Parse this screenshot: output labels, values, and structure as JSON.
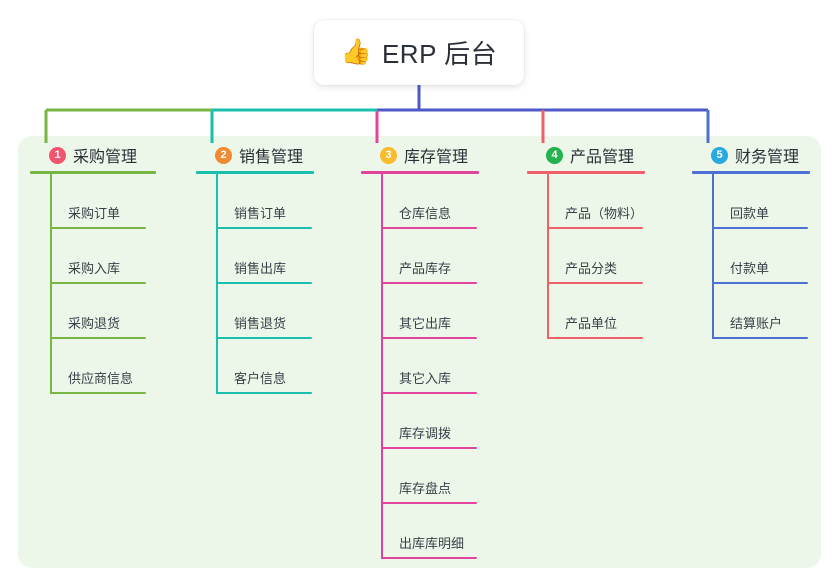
{
  "diagram": {
    "type": "mind-map",
    "root": {
      "icon": "thumbs-up-icon",
      "emoji": "👍",
      "title": "ERP 后台"
    },
    "panel_color": "#edf7e9",
    "root_connector_color": "#4e58c8",
    "branches": [
      {
        "number": "1",
        "title": "采购管理",
        "color": "#77b642",
        "badge_color": "#f4536e",
        "items": [
          {
            "label": "采购订单"
          },
          {
            "label": "采购入库"
          },
          {
            "label": "采购退货"
          },
          {
            "label": "供应商信息"
          }
        ]
      },
      {
        "number": "2",
        "title": "销售管理",
        "color": "#1bbfae",
        "badge_color": "#f08a33",
        "items": [
          {
            "label": "销售订单"
          },
          {
            "label": "销售出库"
          },
          {
            "label": "销售退货"
          },
          {
            "label": "客户信息"
          }
        ]
      },
      {
        "number": "3",
        "title": "库存管理",
        "color": "#e0459b",
        "badge_color": "#f7bb2c",
        "items": [
          {
            "label": "仓库信息"
          },
          {
            "label": "产品库存"
          },
          {
            "label": "其它出库"
          },
          {
            "label": "其它入库"
          },
          {
            "label": "库存调拨"
          },
          {
            "label": "库存盘点"
          },
          {
            "label": "出库库明细"
          }
        ]
      },
      {
        "number": "4",
        "title": "产品管理",
        "color": "#f0606a",
        "badge_color": "#24b24c",
        "items": [
          {
            "label": "产品（物料）"
          },
          {
            "label": "产品分类"
          },
          {
            "label": "产品单位"
          }
        ]
      },
      {
        "number": "5",
        "title": "财务管理",
        "color": "#4e6fd4",
        "badge_color": "#28a9e0",
        "items": [
          {
            "label": "回款单"
          },
          {
            "label": "付款单"
          },
          {
            "label": "结算账户"
          }
        ]
      }
    ]
  }
}
